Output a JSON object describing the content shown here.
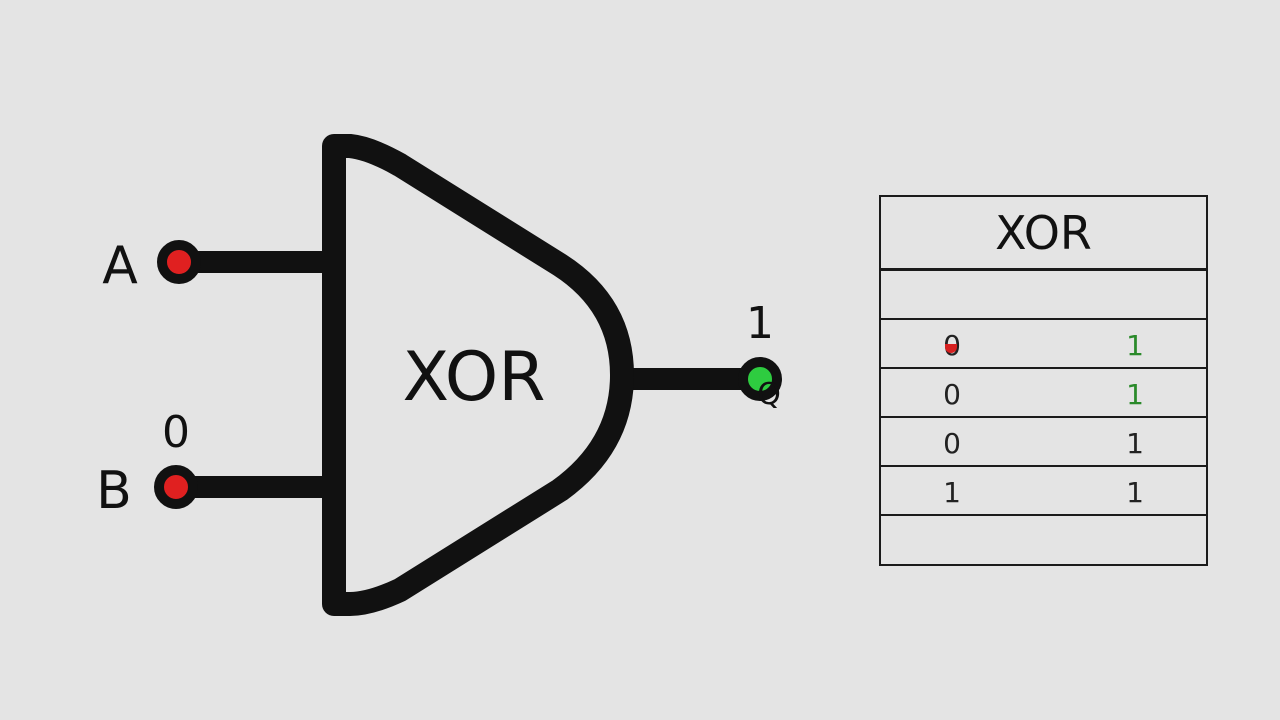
{
  "gate": {
    "type_label": "XOR",
    "input_a_label": "A",
    "input_b_label": "B",
    "input_b_value": "0",
    "output_value": "1",
    "output_label": "Q"
  },
  "colors": {
    "background": "#e4e4e4",
    "stroke": "#111111",
    "input_dot": "#e02020",
    "output_dot": "#2ecc40",
    "true_text": "#2a8a2a"
  },
  "truth_table": {
    "title": "XOR",
    "rows": [
      {
        "in": "",
        "out": ""
      },
      {
        "in": "0",
        "out": "1"
      },
      {
        "in": "0",
        "out": "1"
      },
      {
        "in": "0",
        "out": "1"
      },
      {
        "in": "1",
        "out": "1"
      },
      {
        "in": "",
        "out": ""
      }
    ]
  }
}
